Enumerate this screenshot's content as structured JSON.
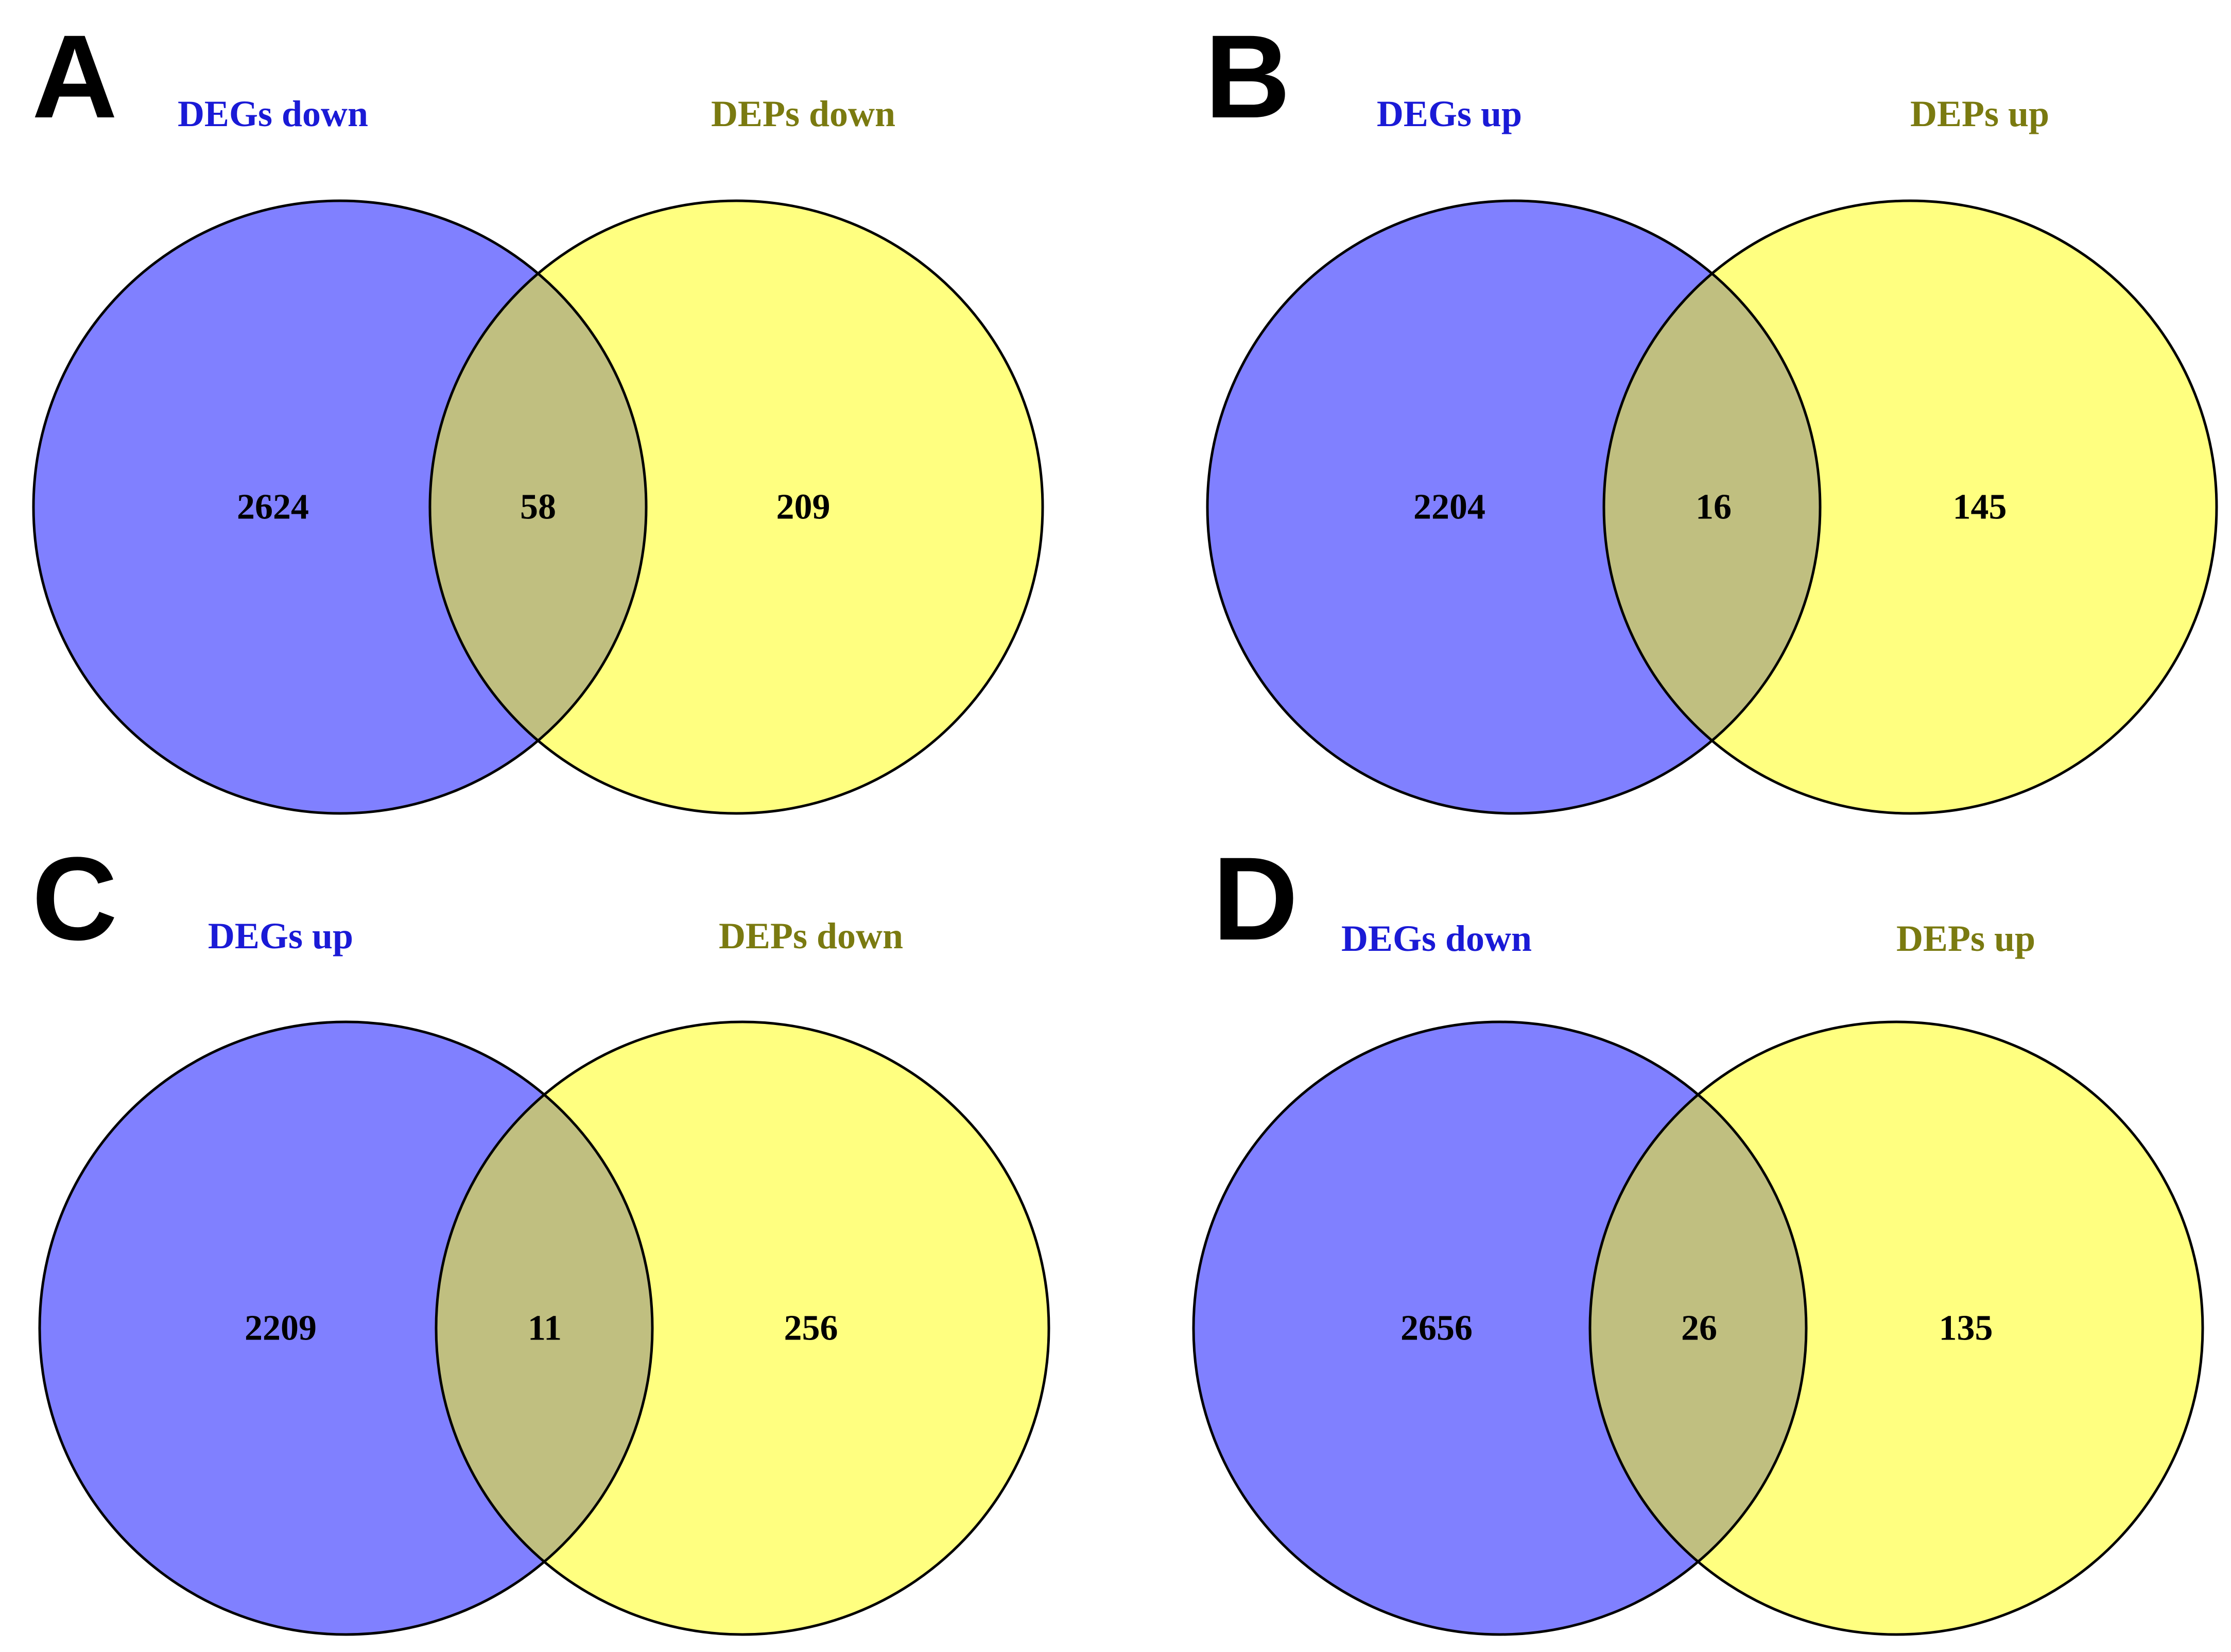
{
  "colors": {
    "set_left_fill": "#8080ff",
    "set_right_fill": "#ffff80",
    "overlap_fill": "#c0bf80",
    "left_label_color": "#1a1ad6",
    "right_label_color": "#7a7a10",
    "outline": "#000000"
  },
  "panels": [
    {
      "letter": "A",
      "left_label": "DEGs down",
      "right_label": "DEPs down",
      "left_only": "2624",
      "overlap": "58",
      "right_only": "209"
    },
    {
      "letter": "B",
      "left_label": "DEGs up",
      "right_label": "DEPs up",
      "left_only": "2204",
      "overlap": "16",
      "right_only": "145"
    },
    {
      "letter": "C",
      "left_label": "DEGs up",
      "right_label": "DEPs down",
      "left_only": "2209",
      "overlap": "11",
      "right_only": "256"
    },
    {
      "letter": "D",
      "left_label": "DEGs down",
      "right_label": "DEPs up",
      "left_only": "2656",
      "overlap": "26",
      "right_only": "135"
    }
  ]
}
